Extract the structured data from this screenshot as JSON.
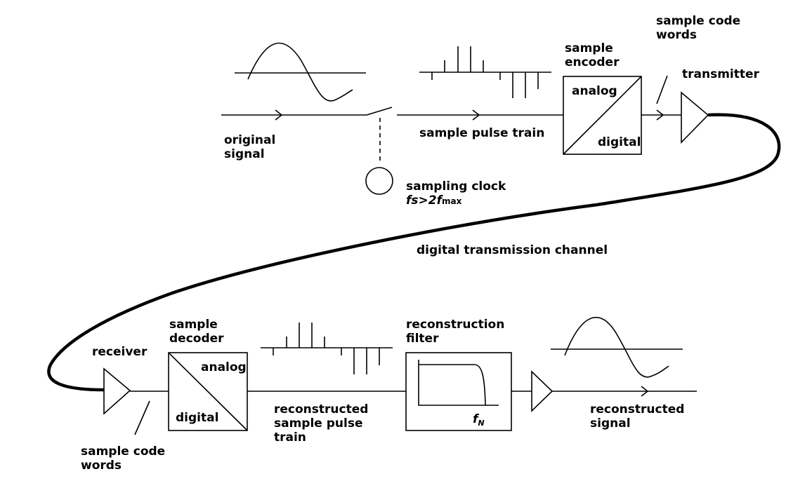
{
  "labels": {
    "original_signal": [
      "original",
      "signal"
    ],
    "sample_pulse_train": "sample pulse train",
    "sample_encoder": [
      "sample",
      "encoder"
    ],
    "encoder_analog": "analog",
    "encoder_digital": "digital",
    "sample_code_words_top": [
      "sample code",
      "words"
    ],
    "transmitter": "transmitter",
    "sampling_clock": "sampling clock",
    "clock_formula": {
      "fs": "fs",
      "gt": ">",
      "two_f": "2f",
      "sub": "max"
    },
    "channel": "digital transmission channel",
    "receiver": "receiver",
    "sample_decoder": [
      "sample",
      "decoder"
    ],
    "decoder_analog": "analog",
    "decoder_digital": "digital",
    "sample_code_words_bottom": [
      "sample code",
      "words"
    ],
    "reconstructed_pulse_train": [
      "reconstructed",
      "sample pulse",
      "train"
    ],
    "reconstruction_filter": [
      "reconstruction",
      "filter"
    ],
    "filter_fn": {
      "f": "f",
      "sub": "N"
    },
    "reconstructed_signal": [
      "reconstructed",
      "signal"
    ]
  },
  "colors": {
    "ink": "#000000",
    "background": "#ffffff"
  }
}
